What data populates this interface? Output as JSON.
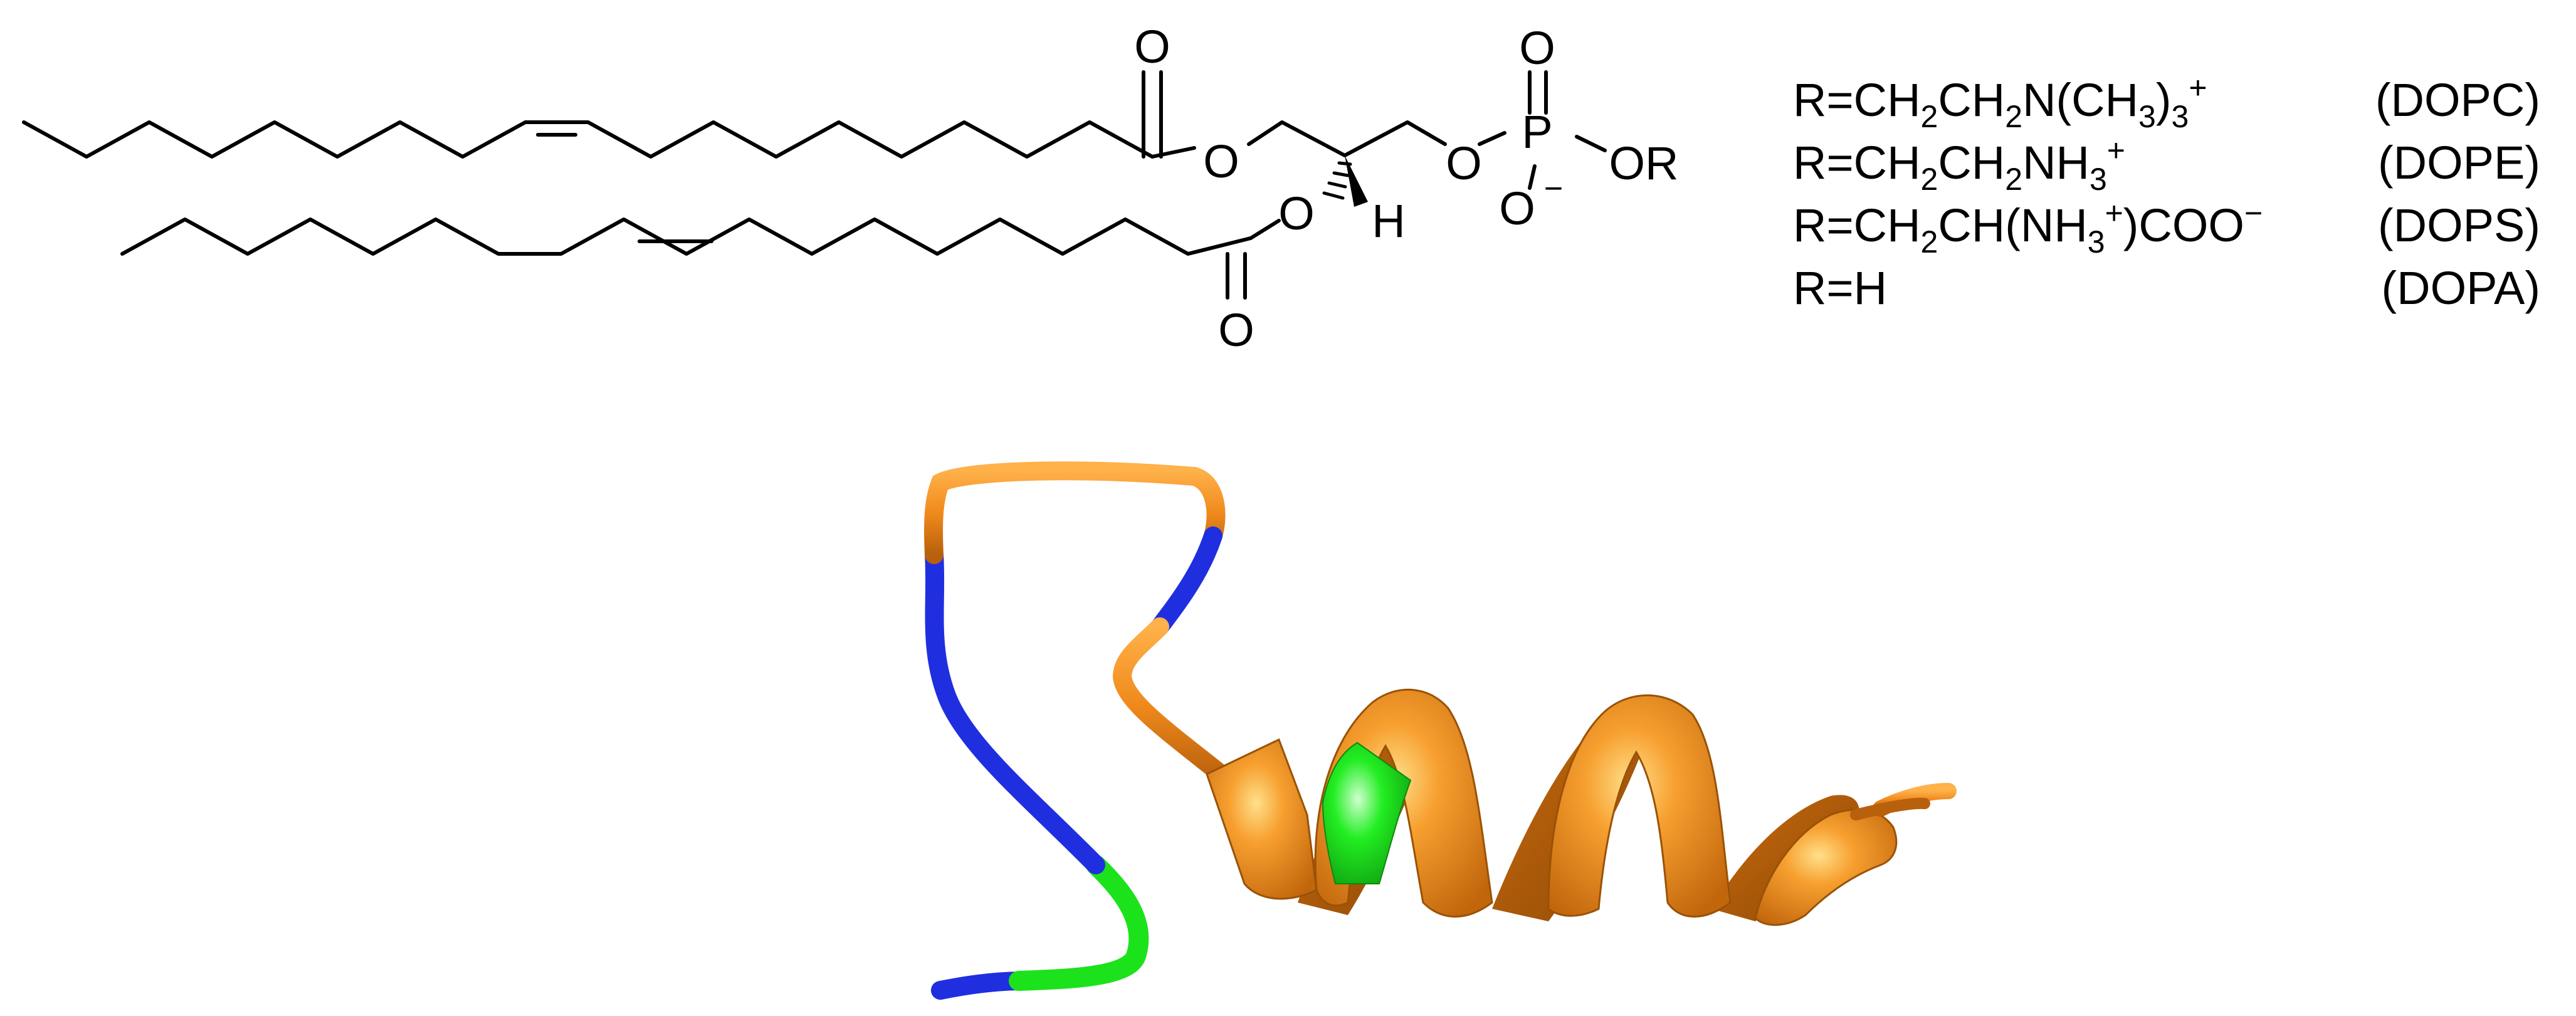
{
  "structure": {
    "atoms": {
      "o_ester1_carbonyl": "O",
      "o_ester1_link": "O",
      "o_ester2_link": "O",
      "o_ester2_carbonyl": "O",
      "h_stereo": "H",
      "o_phosphate_link": "O",
      "p_phosphorus": "P",
      "o_phosphate_double": "O",
      "o_phosphate_minus": "O",
      "minus_sign": "−",
      "or_group": "OR"
    }
  },
  "r_groups": [
    {
      "formula": [
        "R=CH",
        {
          "sub": "2"
        },
        "CH",
        {
          "sub": "2"
        },
        "N(CH",
        {
          "sub": "3"
        },
        ")",
        {
          "sub": "3"
        },
        {
          "sup": "+"
        }
      ],
      "label": "(DOPC)"
    },
    {
      "formula": [
        "R=CH",
        {
          "sub": "2"
        },
        "CH",
        {
          "sub": "2"
        },
        "NH",
        {
          "sub": "3"
        },
        {
          "sup": "+"
        }
      ],
      "label": "(DOPE)"
    },
    {
      "formula": [
        "R=CH",
        {
          "sub": "2"
        },
        "CH(NH",
        {
          "sub": "3"
        },
        {
          "sup": "+"
        },
        ")COO",
        {
          "sup": "−"
        }
      ],
      "label": "(DOPS)"
    },
    {
      "formula": [
        "R=H"
      ],
      "label": "(DOPA)"
    }
  ],
  "peptide": {
    "colors": {
      "helix": "#F08A1C",
      "helix_highlight": "#FFC45E",
      "helix_shadow": "#B45F0A",
      "basic": "#1F2FE0",
      "hydrophobic": "#1CE21C",
      "loop": "#F28C1E"
    }
  }
}
